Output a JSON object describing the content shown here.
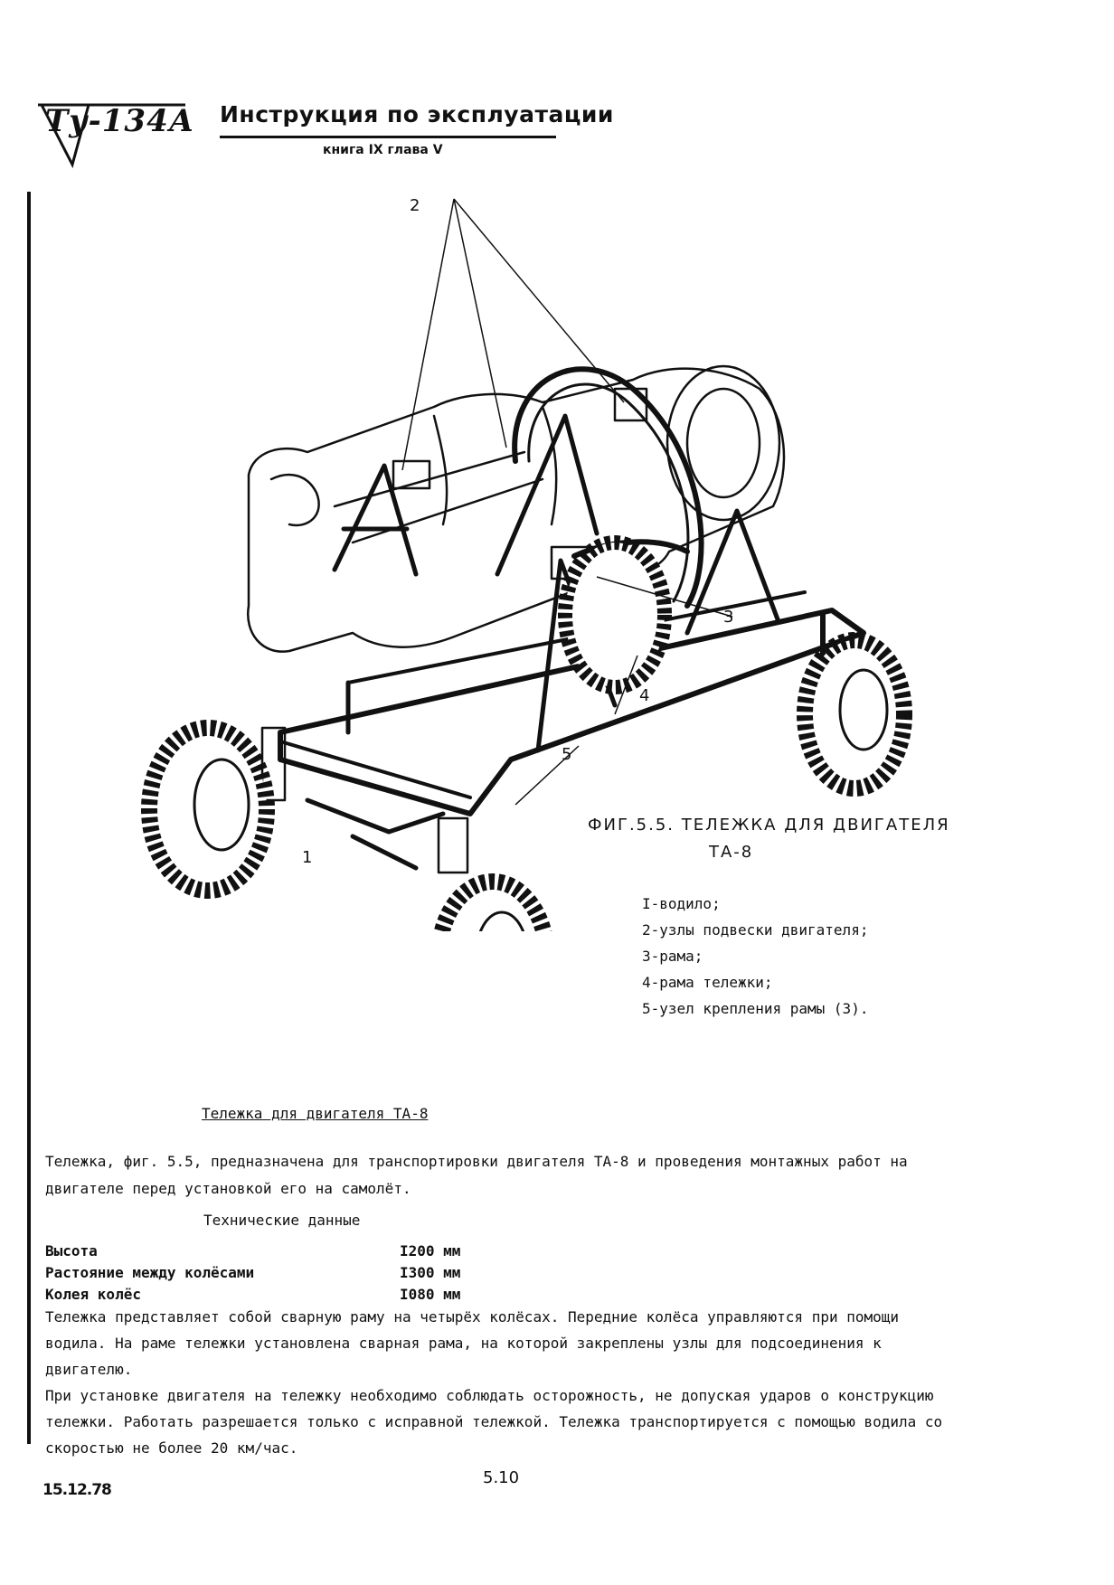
{
  "header": {
    "logo_text": "Ту-134А",
    "title": "Инструкция по эксплуатации",
    "subtitle": "книга IX  глава V"
  },
  "figure": {
    "callouts": [
      "2",
      "3",
      "4",
      "5",
      "1"
    ],
    "caption_line1": "ФИГ.5.5.  ТЕЛЕЖКА  ДЛЯ  ДВИГАТЕЛЯ",
    "caption_line2": "ТА-8",
    "legend": [
      "I-водило;",
      "2-узлы подвески двигателя;",
      "3-рама;",
      "4-рама тележки;",
      "5-узел крепления рамы (3)."
    ]
  },
  "section": {
    "title": "Тележка для двигателя ТА-8",
    "intro": "Тележка, фиг. 5.5, предназначена для транспортировки двигателя ТА-8 и проведения монтажных работ на двигателе перед установкой его на самолёт.",
    "specs_heading": "Технические данные",
    "specs": [
      {
        "label": "Высота",
        "value": "I200 мм"
      },
      {
        "label": "Растояние между колёсами",
        "value": "I300 мм"
      },
      {
        "label": "Колея колёс",
        "value": "I080 мм"
      }
    ],
    "body": [
      "Тележка представляет собой сварную раму на четырёх колёсах. Передние колёса управляются при помощи водила. На раме тележки установлена сварная рама, на которой закреплены узлы для подсоединения к двигателю.",
      "При установке двигателя на тележку необходимо соблюдать осторожность, не допуская ударов о конструкцию тележки. Работать разрешается только с исправной тележкой. Тележка транспортируется с помощью водила со скоростью не более 20 км/час."
    ]
  },
  "footer": {
    "date": "15.12.78",
    "page": "5.10"
  }
}
